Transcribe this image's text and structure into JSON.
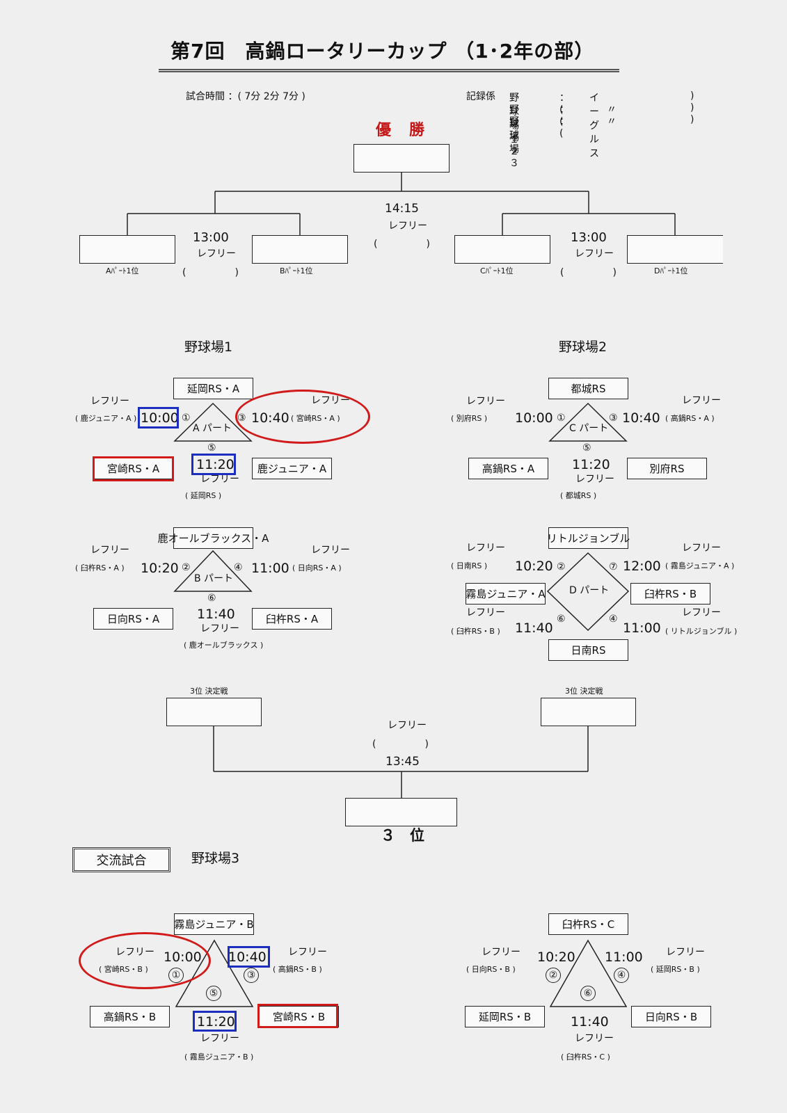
{
  "header": {
    "title": "第7回　高鍋ロータリーカップ （1･2年の部）",
    "match_time": "試合時間 ：( 7分  2分  7分 )",
    "recorder_label": "記録係",
    "fields": [
      {
        "name": "野球場１",
        "open": "：(",
        "value": "イーグルス",
        "close": ")"
      },
      {
        "name": "野球場２",
        "open": "：(",
        "value": "〃",
        "close": ")"
      },
      {
        "name": "野球場３",
        "open": "：(",
        "value": "〃",
        "close": ")"
      }
    ]
  },
  "final": {
    "champion_label": "優　勝",
    "time": "14:15",
    "referee": "レフリー",
    "paren": "(　　　　　)",
    "semi_left": {
      "time": "13:00",
      "referee": "レフリー",
      "paren": "(　　　　　)",
      "left_label": "Aﾊﾟｰﾄ1位",
      "right_label": "Bﾊﾟｰﾄ1位"
    },
    "semi_right": {
      "time": "13:00",
      "referee": "レフリー",
      "paren": "(　　　　　)",
      "left_label": "Cﾊﾟｰﾄ1位",
      "right_label": "Dﾊﾟｰﾄ1位"
    }
  },
  "field1": {
    "title": "野球場1",
    "a_part": {
      "label": "A パート",
      "top": "延岡RS・A",
      "bl": "宮崎RS・A",
      "br": "鹿ジュニア・A",
      "ref_l": "レフリー",
      "ref_l_p": "( 鹿ジュニア・A )",
      "time_l": "10:00",
      "n_l": "①",
      "ref_r": "レフリー",
      "ref_r_p": "( 宮崎RS・A )",
      "time_r": "10:40",
      "n_r": "③",
      "n_b": "⑤",
      "time_b": "11:20",
      "ref_b": "レフリー",
      "ref_b_p": "( 延岡RS )"
    },
    "b_part": {
      "label": "B パート",
      "top": "鹿オールブラックス・A",
      "bl": "日向RS・A",
      "br": "臼杵RS・A",
      "ref_l": "レフリー",
      "ref_l_p": "( 臼杵RS・A )",
      "time_l": "10:20",
      "n_l": "②",
      "ref_r": "レフリー",
      "ref_r_p": "( 日向RS・A )",
      "time_r": "11:00",
      "n_r": "④",
      "n_b": "⑥",
      "time_b": "11:40",
      "ref_b": "レフリー",
      "ref_b_p": "( 鹿オールブラックス )"
    }
  },
  "field2": {
    "title": "野球場2",
    "c_part": {
      "label": "C パート",
      "top": "都城RS",
      "bl": "高鍋RS・A",
      "br": "別府RS",
      "ref_l": "レフリー",
      "ref_l_p": "( 別府RS )",
      "time_l": "10:00",
      "n_l": "①",
      "ref_r": "レフリー",
      "ref_r_p": "( 高鍋RS・A )",
      "time_r": "10:40",
      "n_r": "③",
      "n_b": "⑤",
      "time_b": "11:20",
      "ref_b": "レフリー",
      "ref_b_p": "( 都城RS )"
    },
    "d_part": {
      "label": "D パート",
      "top": "リトルジョンブル",
      "left": "霧島ジュニア・A",
      "right": "臼杵RS・B",
      "bottom": "日南RS",
      "ref_tl": "レフリー",
      "ref_tl_p": "( 日南RS )",
      "time_tl": "10:20",
      "n_tl": "②",
      "ref_tr": "レフリー",
      "ref_tr_p": "( 霧島ジュニア・A )",
      "time_tr": "12:00",
      "n_tr": "⑦",
      "ref_bl": "レフリー",
      "ref_bl_p": "( 臼杵RS・B )",
      "time_bl": "11:40",
      "n_bl": "⑥",
      "ref_br": "レフリー",
      "ref_br_p": "( リトルジョンブル )",
      "time_br": "11:00",
      "n_br": "④"
    }
  },
  "third": {
    "left_label": "3位 決定戦",
    "right_label": "3位 決定戦",
    "referee": "レフリー",
    "paren": "(　　　　　)",
    "time": "13:45",
    "result_label": "３　位"
  },
  "exchange": {
    "tag": "交流試合",
    "field": "野球場3",
    "left": {
      "top": "霧島ジュニア・B",
      "bl": "高鍋RS・B",
      "br": "宮崎RS・B",
      "ref_l": "レフリー",
      "ref_l_p": "( 宮崎RS・B )",
      "time_l": "10:00",
      "n_l": "①",
      "ref_r": "レフリー",
      "ref_r_p": "( 高鍋RS・B )",
      "time_r": "10:40",
      "n_r": "③",
      "n_c": "⑤",
      "time_b": "11:20",
      "ref_b": "レフリー",
      "ref_b_p": "( 霧島ジュニア・B )"
    },
    "right": {
      "top": "臼杵RS・C",
      "bl": "延岡RS・B",
      "br": "日向RS・B",
      "ref_l": "レフリー",
      "ref_l_p": "( 日向RS・B )",
      "time_l": "10:20",
      "n_l": "②",
      "ref_r": "レフリー",
      "ref_r_p": "( 延岡RS・B )",
      "time_r": "11:00",
      "n_r": "④",
      "n_c": "⑥",
      "time_b": "11:40",
      "ref_b": "レフリー",
      "ref_b_p": "( 臼杵RS・C )"
    }
  },
  "colors": {
    "accent_red": "#c21818",
    "highlight_blue": "#1a2fbf",
    "highlight_red": "#d11a1a"
  }
}
